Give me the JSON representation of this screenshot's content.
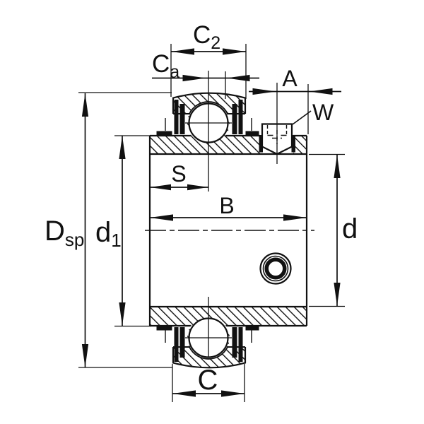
{
  "drawing": {
    "kind": "insert-bearing cross-section technical drawing",
    "colors": {
      "ink": "#111111",
      "paper": "#ffffff"
    }
  },
  "dimension_labels": {
    "c2": {
      "base": "C",
      "sub": "2"
    },
    "ca": {
      "base": "C",
      "sub": "a"
    },
    "a": {
      "text": "A"
    },
    "w": {
      "text": "W"
    },
    "s": {
      "text": "S"
    },
    "b": {
      "text": "B"
    },
    "dsp": {
      "base": "D",
      "sub": "sp"
    },
    "d1": {
      "base": "d",
      "sub": "1"
    },
    "d": {
      "text": "d"
    },
    "c": {
      "text": "C"
    }
  }
}
